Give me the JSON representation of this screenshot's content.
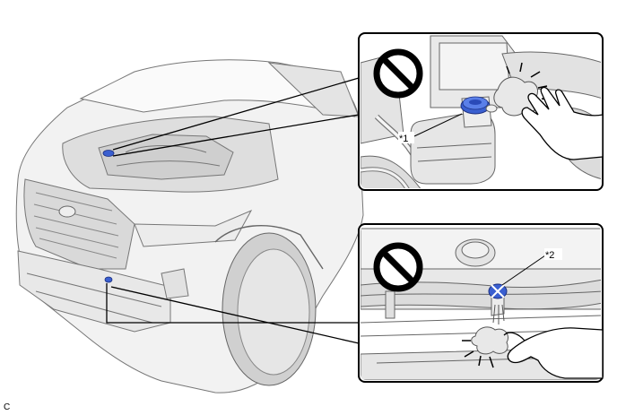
{
  "callouts": {
    "label_1": "*1",
    "label_2": "*2"
  },
  "figure_code": "C",
  "icons": {
    "prohibition": "prohibition-icon",
    "hand": "hand-icon",
    "spray": "spray-burst-icon"
  },
  "colors": {
    "highlight_blue": "#3a5fd0",
    "line": "#000000",
    "part_fill": "#e6e6e6"
  }
}
